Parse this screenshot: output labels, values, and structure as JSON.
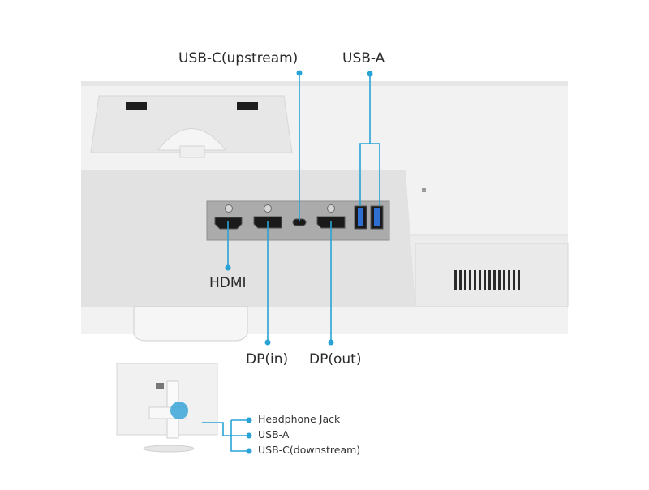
{
  "top_labels": {
    "usbc_upstream": "USB-C(upstream)",
    "usba": "USB-A"
  },
  "bottom_labels": {
    "hdmi": "HDMI",
    "dp_in": "DP(in)",
    "dp_out": "DP(out)"
  },
  "side_ports": {
    "headphone": "Headphone Jack",
    "usba": "USB-A",
    "usbc_downstream": "USB-C(downstream)"
  },
  "colors": {
    "callout": "#29a3d6",
    "monitor_body": "#f1f1f1",
    "port_panel": "#a9a9a9",
    "port_hole": "#1a1a1a",
    "usb_a_insert": "#2f6fd1"
  }
}
